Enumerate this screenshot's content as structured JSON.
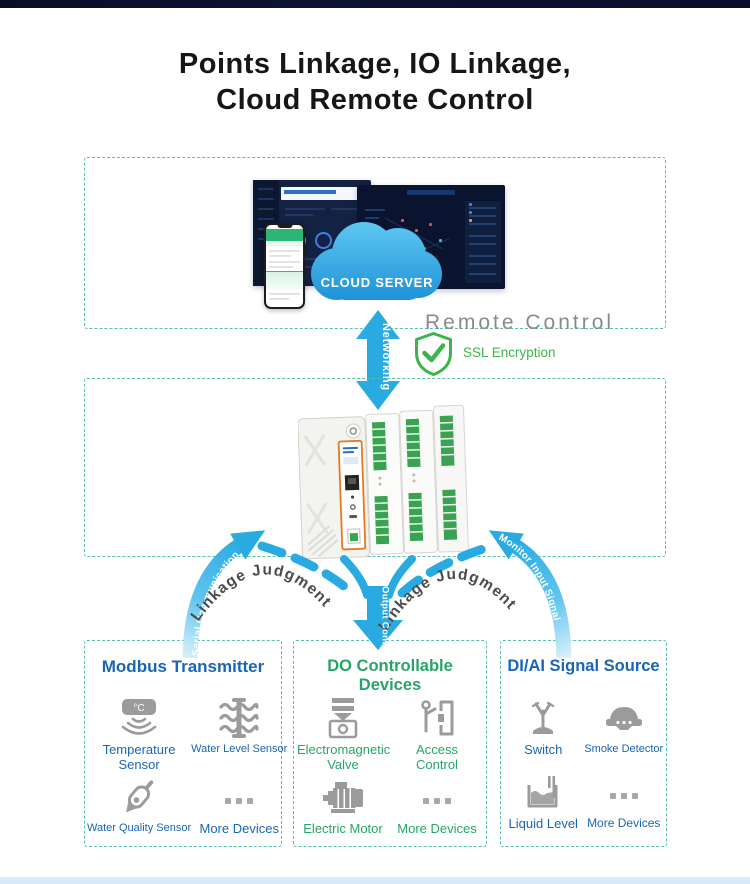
{
  "header": {
    "title_line1": "Points Linkage, IO Linkage,",
    "title_line2": "Cloud Remote Control"
  },
  "cloud_section": {
    "cloud_label": "CLOUD SERVER",
    "remote_control": "Remote Control"
  },
  "link_labels": {
    "networking": "Networking",
    "ssl": "SSL Encryption",
    "serial": "Serial Communication",
    "monitor": "Monitor Input Signal",
    "output": "Output Control",
    "linkage_left": "Linkage Judgment",
    "linkage_right": "Linkage Judgment"
  },
  "device_groups": [
    {
      "title": "Modbus Transmitter",
      "accent": "#1966b3",
      "items": [
        {
          "icon": "temperature-sensor-icon",
          "label": "Temperature Sensor"
        },
        {
          "icon": "water-level-sensor-icon",
          "label": "Water Level Sensor"
        },
        {
          "icon": "water-quality-sensor-icon",
          "label": "Water Quality Sensor"
        },
        {
          "icon": "more-devices-icon",
          "label": "More Devices"
        }
      ]
    },
    {
      "title": "DO Controllable Devices",
      "accent": "#27a566",
      "items": [
        {
          "icon": "electromagnetic-valve-icon",
          "label": "Electromagnetic Valve"
        },
        {
          "icon": "access-control-icon",
          "label": "Access Control"
        },
        {
          "icon": "electric-motor-icon",
          "label": "Electric Motor"
        },
        {
          "icon": "more-devices-icon",
          "label": "More Devices"
        }
      ]
    },
    {
      "title": "DI/AI Signal Source",
      "accent": "#1966b3",
      "items": [
        {
          "icon": "switch-icon",
          "label": "Switch"
        },
        {
          "icon": "smoke-detector-icon",
          "label": "Smoke Detector"
        },
        {
          "icon": "liquid-level-icon",
          "label": "Liquid Level"
        },
        {
          "icon": "more-devices-icon",
          "label": "More Devices"
        }
      ]
    }
  ],
  "colors": {
    "teal_border": "#58bfae",
    "arrow_blue": "#29abe2",
    "blue_text": "#1966b3",
    "green_text": "#27a566",
    "ssl_green": "#3cb44b",
    "icon_gray": "#9b9b9b",
    "cloud_top": "#5ec8f2",
    "cloud_bottom": "#1b8ed6"
  }
}
